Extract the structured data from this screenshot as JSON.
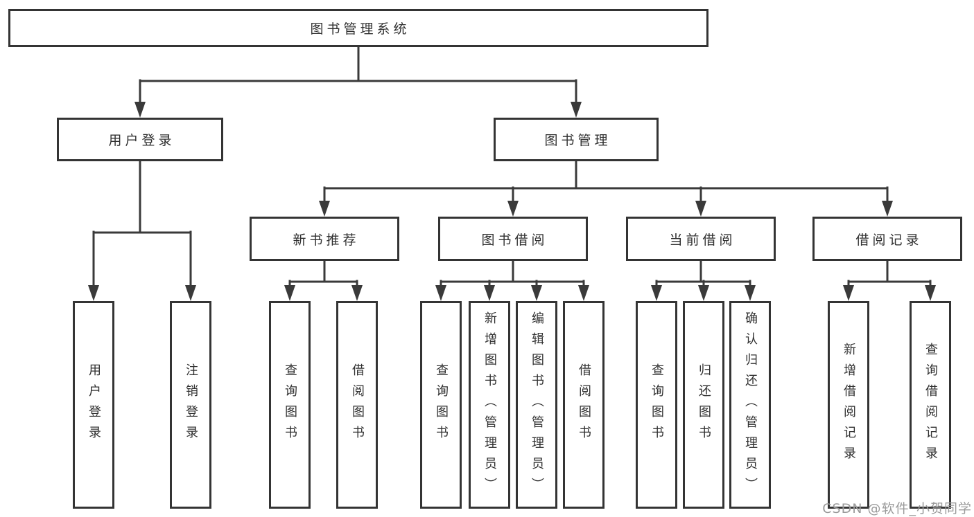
{
  "diagram": {
    "title": "图书管理系统",
    "nodes": {
      "root": "图书管理系统",
      "user_login": "用户登录",
      "book_mgmt": "图书管理",
      "new_book": "新书推荐",
      "book_borrow": "图书借阅",
      "current_borrow": "当前借阅",
      "borrow_records": "借阅记录",
      "leaf_user_login": "用户登录",
      "leaf_logout": "注销登录",
      "leaf_nb_query": "查询图书",
      "leaf_nb_borrow": "借阅图书",
      "leaf_bb_query": "查询图书",
      "leaf_bb_add": "新增图书（管理员）",
      "leaf_bb_edit": "编辑图书（管理员）",
      "leaf_bb_borrow": "借阅图书",
      "leaf_cb_query": "查询图书",
      "leaf_cb_return": "归还图书",
      "leaf_cb_confirm": "确认归还（管理员）",
      "leaf_br_add": "新增借阅记录",
      "leaf_br_query": "查询借阅记录"
    },
    "watermark": "CSDN @软件_小贺同学",
    "colors": {
      "line": "#3a3a3a",
      "box_border": "#343434",
      "text": "#303030",
      "watermark": "#9b9b9b",
      "background": "#ffffff"
    }
  }
}
